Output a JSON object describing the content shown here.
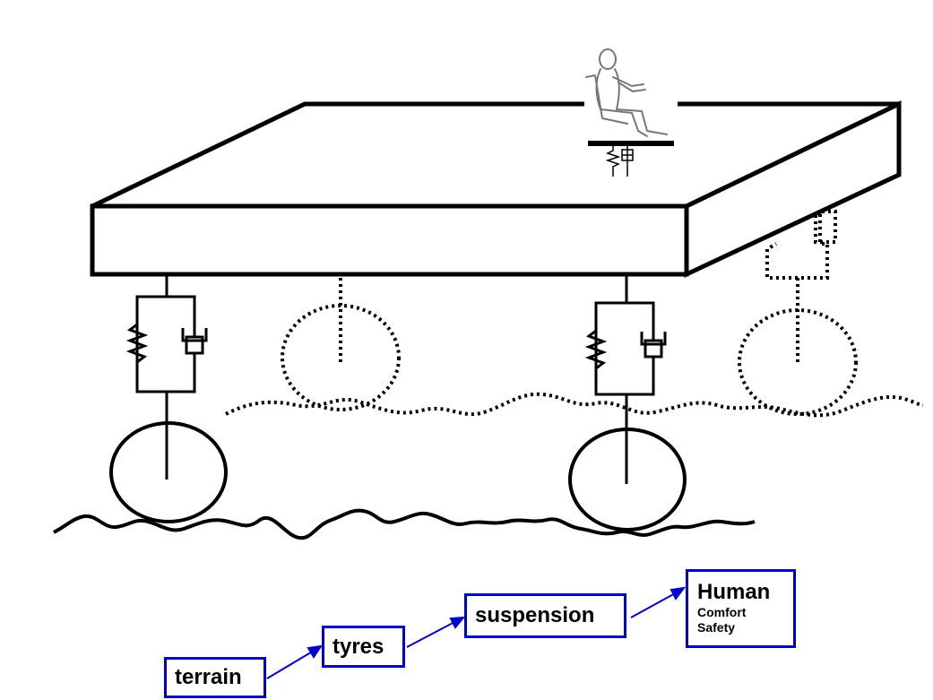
{
  "flow": {
    "terrain": "terrain",
    "tyres": "tyres",
    "suspension": "suspension",
    "human": {
      "title": "Human",
      "line1": "Comfort",
      "line2": "Safety"
    }
  },
  "colors": {
    "line": "#000000",
    "flow_accent": "#0000cc"
  },
  "icons": {
    "seated_person": "seated-person-icon"
  }
}
